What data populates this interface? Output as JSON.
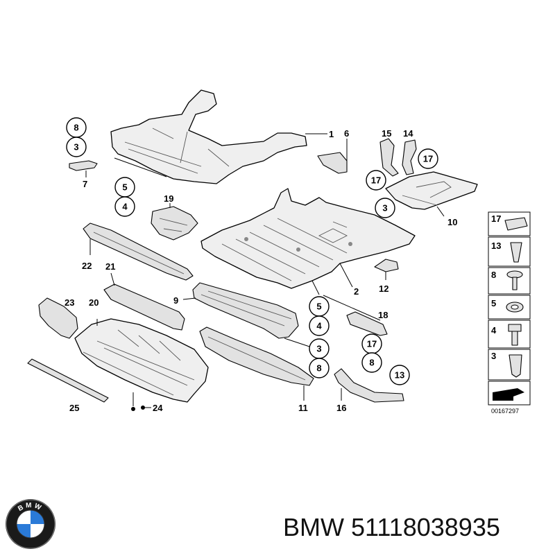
{
  "diagram": {
    "labels": [
      "1",
      "2",
      "3",
      "4",
      "5",
      "6",
      "7",
      "8",
      "9",
      "10",
      "11",
      "12",
      "13",
      "14",
      "15",
      "16",
      "17",
      "18",
      "19",
      "20",
      "21",
      "22",
      "23",
      "24",
      "25"
    ],
    "circled": [
      "8",
      "3",
      "5",
      "4",
      "3",
      "17",
      "17",
      "5",
      "4",
      "3",
      "8",
      "17",
      "8",
      "13"
    ],
    "legend": [
      "17",
      "13",
      "8",
      "5",
      "4",
      "3"
    ],
    "drawing_number": "00167297"
  },
  "footer": {
    "logo_text": "BMW",
    "caption": "BMW 51118038935"
  },
  "colors": {
    "logo_blue": "#2a7ad8",
    "logo_ring": "#1a1a1a"
  }
}
